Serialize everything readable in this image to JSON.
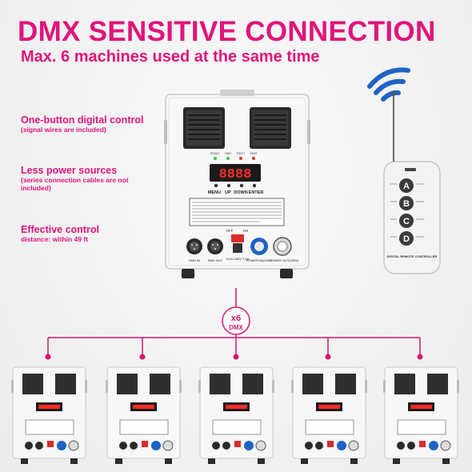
{
  "header": {
    "title": "DMX SENSITIVE CONNECTION",
    "subtitle": "Max. 6 machines used at the same time"
  },
  "features": [
    {
      "title": "One-button digital control",
      "desc": "(signal wires are included)"
    },
    {
      "title": "Less power sources",
      "desc": "(series connection cables are not included)"
    },
    {
      "title": "Effective control",
      "desc": "distance: within 49 ft"
    }
  ],
  "machine": {
    "indicators": [
      "READY",
      "DMX",
      "FAULT",
      "HEAT"
    ],
    "display": "8888",
    "buttons": [
      "MENU",
      "UP",
      "DOWN",
      "ENTER"
    ],
    "switch_labels": [
      "OFF",
      "ON"
    ],
    "ports": [
      "DMX IN",
      "DMX OUT",
      "110V-240V 7.5A",
      "POWER IN(230V)",
      "POWER OUT(230V)"
    ]
  },
  "remote": {
    "keys": [
      "A",
      "B",
      "C",
      "D"
    ],
    "brand": "DIGITAL REMOTE CONTROLLER"
  },
  "connection": {
    "badge_count": "x6",
    "badge_label": "DMX",
    "accent_color": "#d4176f"
  },
  "colors": {
    "brand": "#e0157a",
    "machine_body": "#f7f7f7",
    "display_red": "#ff2a2a",
    "wifi_blue": "#1e63c4"
  }
}
